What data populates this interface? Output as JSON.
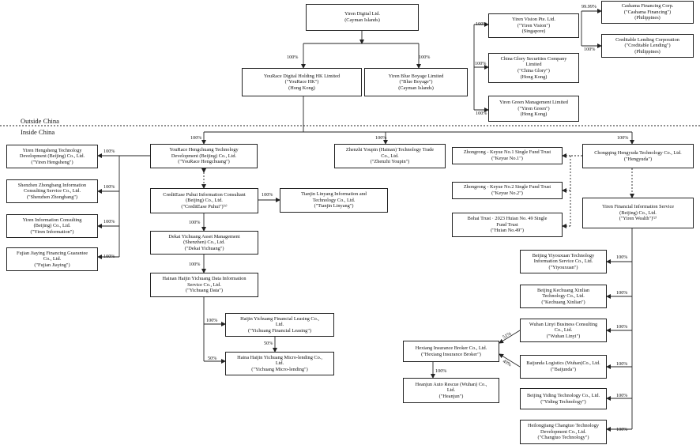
{
  "regions": {
    "outside": "Outside China",
    "inside": "Inside China"
  },
  "entities": {
    "yiren_digital": [
      "Yiren Digital Ltd.",
      "(Cayman Islands)"
    ],
    "yourace_hk": [
      "YouRace Digital Holding HK Limited",
      "(\"YouRace HK\")",
      "(Hong Kong)"
    ],
    "blue_boyage": [
      "Yiren Blue Boyage Limited",
      "(\"Blue Boyage\")",
      "(Cayman Islands)"
    ],
    "yiren_vision": [
      "Yiren Vision Pte. Ltd.",
      "(\"Yiren Vision\")",
      "(Singapore)"
    ],
    "china_glory": [
      "China Glory Securities Company",
      "Limited",
      "(\"China Glory\")",
      "(Hong Kong)"
    ],
    "yiren_green": [
      "Yiren Green Management Limited",
      "(\"Yiren Green\")",
      "(Hong Kong)"
    ],
    "cashama": [
      "Cashama Financing Corp.",
      "(\"Cashama Financing\")",
      "(Philippines)"
    ],
    "creditable": [
      "Creditable Lending Corporation",
      "(\"Creditable Lending\")",
      "(Philippines)"
    ],
    "yourace_hengchuang": [
      "YouRace Hengchuang Technology",
      "Development (Beijing) Co., Ltd.",
      "(\"YouRace Hengchuang\")"
    ],
    "zhenzhi": [
      "Zhenzhi Youpin (Hainan) Technology Trade",
      "Co., Ltd.",
      "(\"Zhenzhi Youpin\")"
    ],
    "hengyuda": [
      "Chongqing Hengyuda Technology Co., Ltd.",
      "(\"Hengyuda\")"
    ],
    "yiren_hengsheng": [
      "Yiren Hengsheng Technology",
      "Development (Beijing) Co., Ltd.",
      "(\"Yiren Hengsheng\")"
    ],
    "shenzhen_zhongbang": [
      "Shenzhen Zhongbang Information",
      "Consulting Service Co., Ltd.",
      "(\"Shenzhen Zhongbang\")"
    ],
    "yiren_information": [
      "Yiren Information Consulting",
      "(Beijing) Co., Ltd.",
      "(\"Yiren Information\")"
    ],
    "fujian_jiaying": [
      "Fujian Jiaying Financing Guarantee",
      "Co., Ltd.",
      "(\"Fujian Jiaying\")"
    ],
    "creditease_puhui": [
      "CreditEase Puhui Information Consultant",
      "(Beijing) Co., Ltd.",
      "(\"CreditEase Puhui\")⁽¹⁾"
    ],
    "tianjin_linyang": [
      "Tianjin Linyang Information and",
      "Technology Co., Ltd.",
      "(\"Tianjin Linyang\")"
    ],
    "dekai": [
      "Dekai Yichuang Asset Management",
      "(Shenzhen) Co., Ltd.",
      "(\"Dekai Yichuang\")"
    ],
    "yichuang_data": [
      "Hainan Haijin Yichuang Data Information",
      "Service Co., Ltd.",
      "(\"Yichuang Data\")"
    ],
    "financial_leasing": [
      "Haijin Yichuang Financial Leasing Co.,",
      "Ltd.",
      "(\"Yichuang Financial Leasing\")"
    ],
    "micro_lending": [
      "Haina Haijin Yichuang Micro-lending Co.,",
      "Ltd.",
      "(\"Yichuang Micro-lending\")"
    ],
    "keyue1": [
      "Zhongrong - Keyue No.1 Single Fund Trust",
      "(\"Keyue No.1\")"
    ],
    "keyue2": [
      "Zhongrong - Keyue No.2 Single Fund Trust",
      "(\"Keyue No.2\")"
    ],
    "huian49": [
      "Bohai Trust · 2023 Huian No. 49 Single",
      "Fund Trust",
      "(\"Huian No.49\")"
    ],
    "yiren_wealth": [
      "Yiren Financial Information Service",
      "(Beijing) Co., Ltd.",
      "(\"Yiren Wealth\")⁽²⁾"
    ],
    "yiyouxuan": [
      "Beijing Yiyouxuan Technology",
      "Information Service Co., Ltd.",
      "(\"Yiyouxuan\")"
    ],
    "kechuang": [
      "Beijing Kechuang Xinlian",
      "Technology Co., Ltd.",
      "(\"Kechuang Xinlian\")"
    ],
    "wuhan_linyi": [
      "Wuhan Linyi Business Consulting",
      "Co., Ltd.",
      "(\"Wuhan Linyi\")"
    ],
    "baijunda": [
      "Baijunda Logistics (Wuhan)Co., Ltd.",
      "(\"Baijunda\")"
    ],
    "yiding": [
      "Beijing Yiding Technology Co., Ltd.",
      "(\"Yiding Technology\")"
    ],
    "changtuo": [
      "Heilongjiang Changtuo Technology",
      "Development Co., Ltd.",
      "(\"Changtuo Technology\")"
    ],
    "hexiang": [
      "Hexiang Insurance Broker Co., Ltd.",
      "(\"Hexiang Insurance Broker\")"
    ],
    "heanjun": [
      "Heanjun Auto Rescue (Wuhan) Co.,",
      "Ltd.",
      "(\"Heanjun\")"
    ]
  },
  "edges": {
    "e_yourace_hk": "100%",
    "e_blue_boyage": "100%",
    "e_vision": "100%",
    "e_glory": "100%",
    "e_green": "100%",
    "e_cashama": "99.99%",
    "e_creditable": "100%",
    "e_hengchuang": "100%",
    "e_zhenzhi": "100%",
    "e_hengyuda": "100%",
    "e_hengsheng": "100%",
    "e_zhongbang": "100%",
    "e_information": "100%",
    "e_jiaying": "100%",
    "e_linyang": "100%",
    "e_dekai": "100%",
    "e_data": "100%",
    "e_leasing": "100%",
    "e_micro_from_leasing": "50%",
    "e_micro_from_data": "50%",
    "e_yiyouxuan": "100%",
    "e_kechuang": "100%",
    "e_linyi": "100%",
    "e_baijunda": "100%",
    "e_yiding": "100%",
    "e_changtuo": "100%",
    "e_linyi_hexiang": "51%",
    "e_baijunda_hexiang": "49%",
    "e_heanjun": "100%"
  }
}
